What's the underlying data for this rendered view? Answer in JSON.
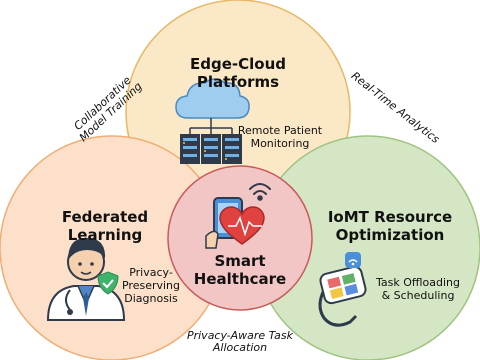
{
  "diagram": {
    "circles": {
      "top": {
        "title_line1": "Edge-Cloud",
        "title_line2": "Platforms",
        "caption_line1": "Remote Patient",
        "caption_line2": "Monitoring",
        "fill": "#FBE8C6",
        "stroke": "#E7B866"
      },
      "left": {
        "title_line1": "Federated",
        "title_line2": "Learning",
        "caption_line1": "Privacy-",
        "caption_line2": "Preserving",
        "caption_line3": "Diagnosis",
        "fill": "#FCE0CA",
        "stroke": "#F0AE74"
      },
      "right": {
        "title_line1": "IoMT Resource",
        "title_line2": "Optimization",
        "caption_line1": "Task Offloading",
        "caption_line2": "& Scheduling",
        "fill": "#D5E6C4",
        "stroke": "#9FC480"
      },
      "center": {
        "title_line1": "Smart",
        "title_line2": "Healthcare",
        "fill": "#F3C6C6",
        "stroke": "#C85A5A"
      }
    },
    "edges": {
      "top_left": {
        "line1": "Collaborative",
        "line2": "Model Training"
      },
      "top_right": {
        "line1": "Real-Time Analytics"
      },
      "bottom": {
        "line1": "Privacy-Aware Task",
        "line2": "Allocation"
      }
    },
    "icons": [
      "cloud-server-icon",
      "doctor-icon",
      "shield-check-icon",
      "phone-heart-icon",
      "wifi-icon",
      "smartwatch-icon"
    ]
  }
}
